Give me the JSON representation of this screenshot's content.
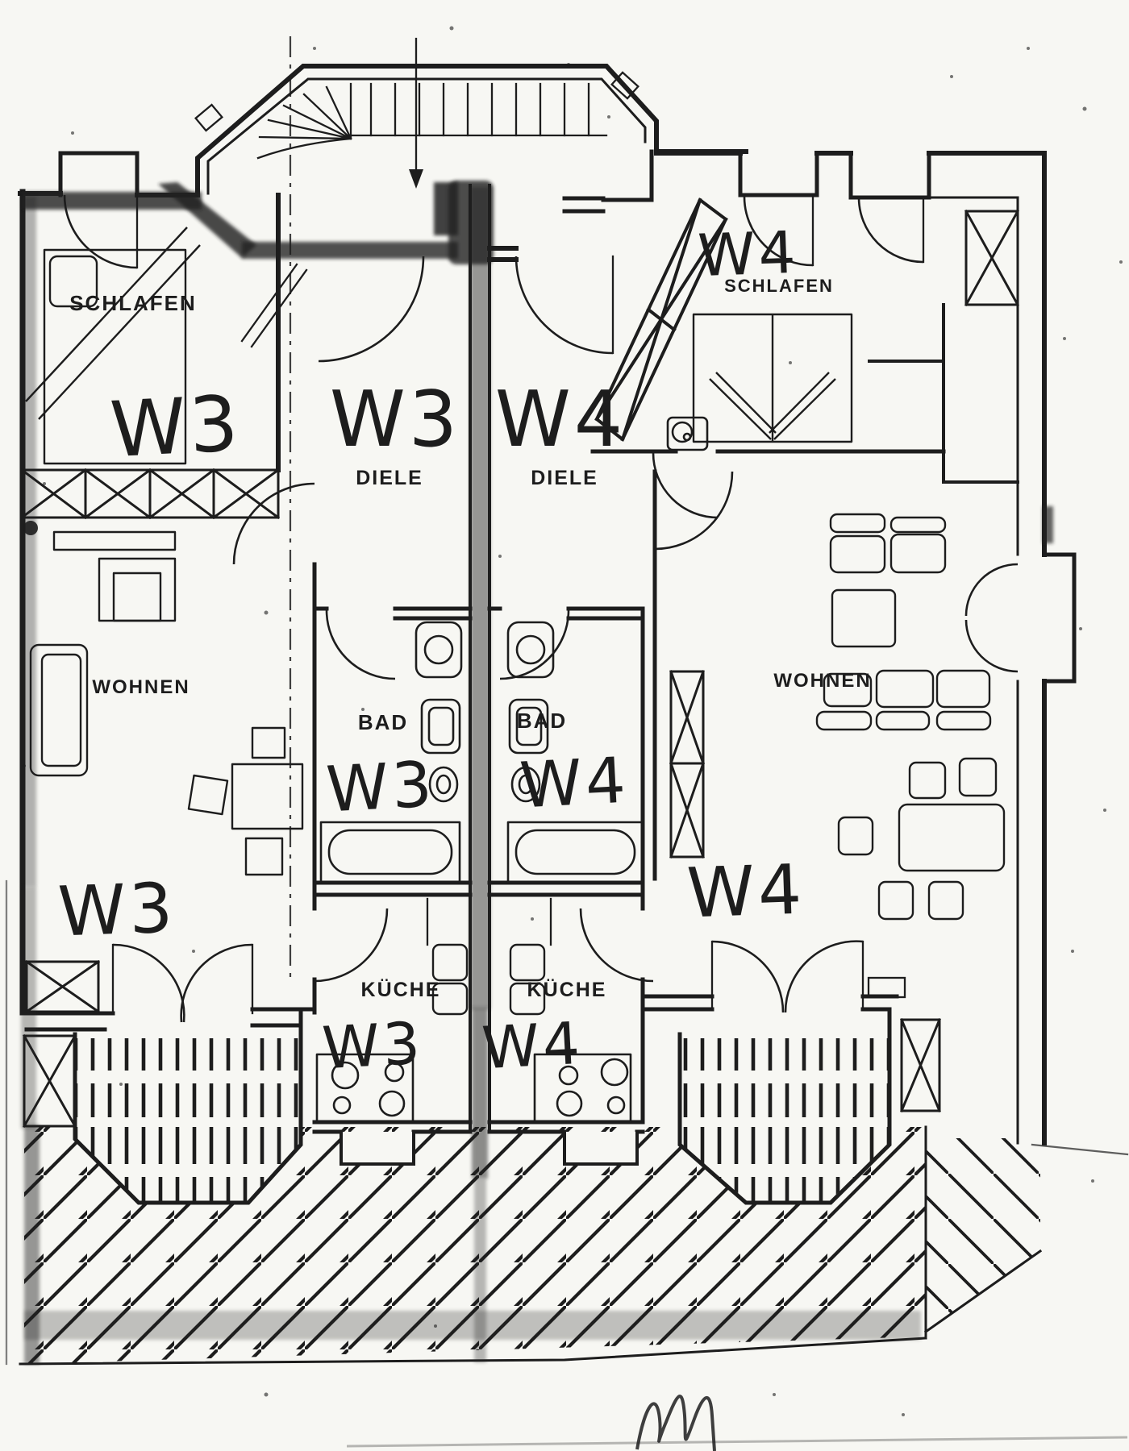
{
  "page": {
    "background": "#f7f7f3",
    "ink": "#1d1d1d",
    "kind": "scanned floor plan"
  },
  "apartments": [
    {
      "code": "W3",
      "rooms": [
        "SCHLAFEN",
        "DIELE",
        "BAD",
        "KÜCHE",
        "WOHNEN"
      ]
    },
    {
      "code": "W4",
      "rooms": [
        "SCHLAFEN",
        "DIELE",
        "BAD",
        "KÜCHE",
        "WOHNEN"
      ]
    }
  ],
  "labels": {
    "w3_schlafen_room": "SCHLAFEN",
    "w3_schlafen_code": "W3",
    "w3_diele_code": "W3",
    "w3_diele_room": "DIELE",
    "w4_diele_code": "W4",
    "w4_diele_room": "DIELE",
    "w4_schlafen_code": "W4",
    "w4_schlafen_room": "SCHLAFEN",
    "w3_wohnen_room": "WOHNEN",
    "w3_bad_room": "BAD",
    "w3_bad_code": "W3",
    "w4_bad_room": "BAD",
    "w4_bad_code": "W4",
    "w4_wohnen_room": "WOHNEN",
    "w3_living_code": "W3",
    "w3_kueche_room": "KÜCHE",
    "w3_kueche_code": "W3",
    "w4_kueche_room": "KÜCHE",
    "w4_kueche_code": "W4",
    "w4_living_code": "W4"
  }
}
